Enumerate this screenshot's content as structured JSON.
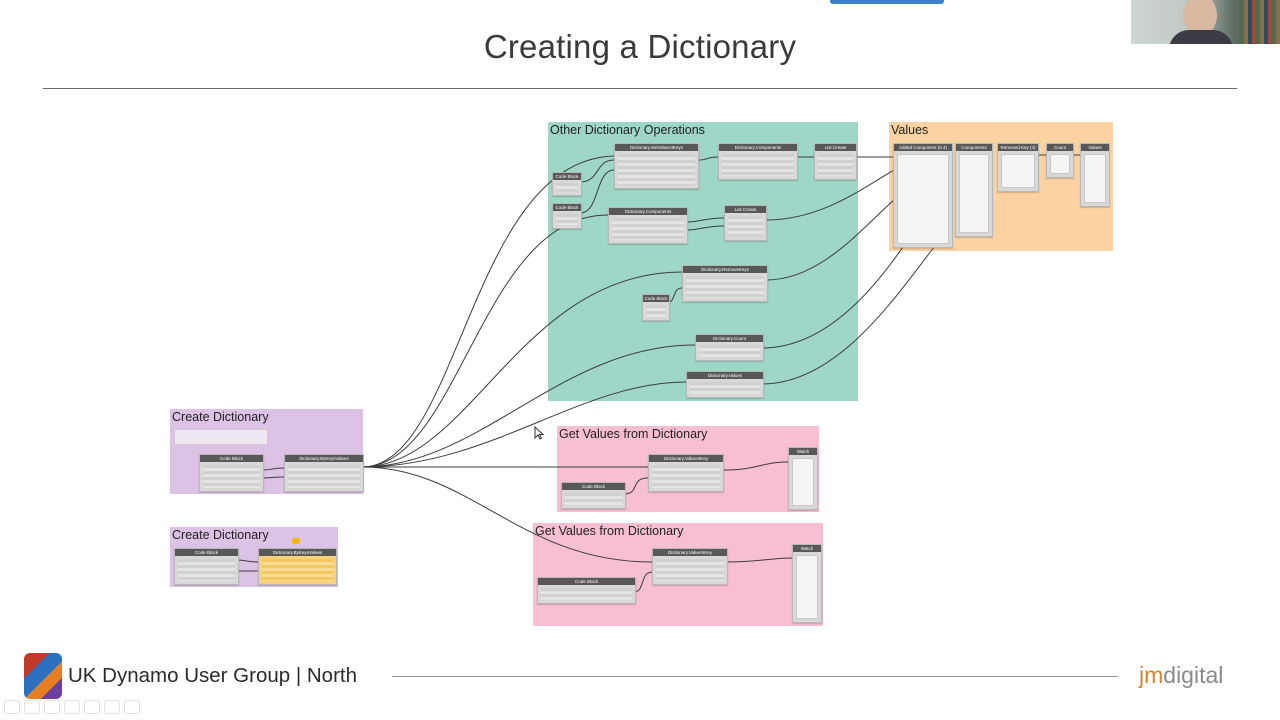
{
  "slide": {
    "title": "Creating a Dictionary",
    "footer_text": "UK Dynamo User Group | North",
    "brand_part1": "jm",
    "brand_part2": "digital"
  },
  "groups": {
    "other_ops": {
      "title": "Other Dictionary Operations",
      "color": "#9ed6c8"
    },
    "values": {
      "title": "Values",
      "color": "#fbd3a2"
    },
    "create1": {
      "title": "Create Dictionary",
      "color": "#dcc2e4"
    },
    "create2": {
      "title": "Create Dictionary",
      "color": "#dcc2e4"
    },
    "get1": {
      "title": "Get Values from Dictionary",
      "color": "#f7bfd0"
    },
    "get2": {
      "title": "Get Values from Dictionary",
      "color": "#f7bfd0"
    }
  },
  "nodes": {
    "set_value_at_keys": "Dictionary.SetValueAtKeys",
    "components_a": "Dictionary.Components",
    "list_create_a": "List.Create",
    "code_block_a": "Code Block",
    "code_block_b": "Code Block",
    "components_b": "Dictionary.Components",
    "list_create_b": "List.Create",
    "remove_keys": "Dictionary.RemoveKeys",
    "code_block_c": "Code Block",
    "count": "Dictionary.Count",
    "dict_values": "Dictionary.Values",
    "added_component": "Added Component (5.4)",
    "components_watch": "Components",
    "removed_key": "Removed Key (4)",
    "count_watch": "Count",
    "values_watch": "Values",
    "code_block_d": "Code Block",
    "by_key_values_a": "Dictionary.ByKeysValues",
    "code_block_e": "Code Block",
    "by_key_values_b": "Dictionary.ByKeysValues",
    "code_block_f": "Code Block",
    "value_at_key_a": "Dictionary.ValueAtKey",
    "watch_a": "Watch",
    "code_block_g": "Code Block",
    "value_at_key_b": "Dictionary.ValueAtKey",
    "watch_b": "Watch"
  }
}
